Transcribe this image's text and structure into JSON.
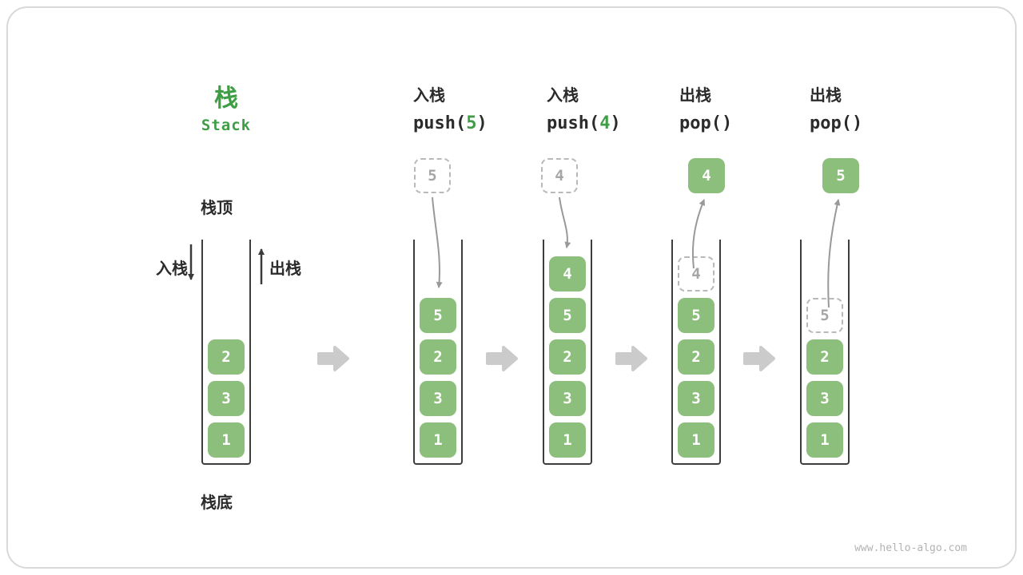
{
  "title": {
    "zh": "栈",
    "en": "Stack"
  },
  "labels": {
    "stack_top": "栈顶",
    "stack_bottom": "栈底",
    "push": "入栈",
    "pop": "出栈"
  },
  "stages": [
    {
      "name": "initial",
      "stack": [
        {
          "v": "2",
          "style": "solid"
        },
        {
          "v": "3",
          "style": "solid"
        },
        {
          "v": "1",
          "style": "solid"
        }
      ]
    },
    {
      "name": "push-5",
      "op": {
        "label": "入栈",
        "fn": "push(",
        "arg": "5",
        "close": ")"
      },
      "floating": {
        "v": "5",
        "style": "dashed"
      },
      "arrow": "into-stack",
      "stack": [
        {
          "v": "5",
          "style": "solid"
        },
        {
          "v": "2",
          "style": "solid"
        },
        {
          "v": "3",
          "style": "solid"
        },
        {
          "v": "1",
          "style": "solid"
        }
      ]
    },
    {
      "name": "push-4",
      "op": {
        "label": "入栈",
        "fn": "push(",
        "arg": "4",
        "close": ")"
      },
      "floating": {
        "v": "4",
        "style": "dashed"
      },
      "arrow": "into-stack",
      "stack": [
        {
          "v": "4",
          "style": "solid"
        },
        {
          "v": "5",
          "style": "solid"
        },
        {
          "v": "2",
          "style": "solid"
        },
        {
          "v": "3",
          "style": "solid"
        },
        {
          "v": "1",
          "style": "solid"
        }
      ]
    },
    {
      "name": "pop-4",
      "op": {
        "label": "出栈",
        "fn": "pop(",
        "arg": "",
        "close": ")"
      },
      "floating": {
        "v": "4",
        "style": "solid"
      },
      "arrow": "out-of-stack",
      "stack": [
        {
          "v": "4",
          "style": "ghost"
        },
        {
          "v": "5",
          "style": "solid"
        },
        {
          "v": "2",
          "style": "solid"
        },
        {
          "v": "3",
          "style": "solid"
        },
        {
          "v": "1",
          "style": "solid"
        }
      ]
    },
    {
      "name": "pop-5",
      "op": {
        "label": "出栈",
        "fn": "pop(",
        "arg": "",
        "close": ")"
      },
      "floating": {
        "v": "5",
        "style": "solid"
      },
      "arrow": "out-of-stack",
      "stack": [
        {
          "v": "5",
          "style": "ghost"
        },
        {
          "v": "2",
          "style": "solid"
        },
        {
          "v": "3",
          "style": "solid"
        },
        {
          "v": "1",
          "style": "solid"
        }
      ]
    }
  ],
  "colors": {
    "accent_green": "#3f9d45",
    "element_green": "#8cbe7c",
    "ghost_gray": "#b9b9b9",
    "arrow_gray": "#999999",
    "chevron_gray": "#cbcbcb"
  },
  "watermark": "www.hello-algo.com"
}
